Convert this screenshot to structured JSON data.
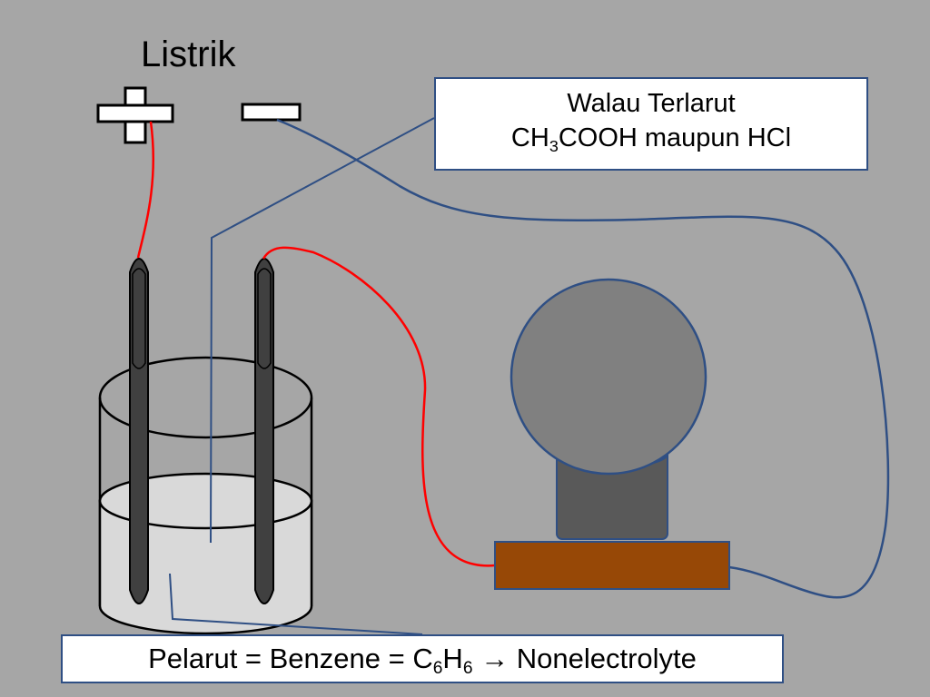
{
  "source": {
    "title": "Listrik",
    "positive_symbol": "+",
    "negative_symbol": "−"
  },
  "note": {
    "line1": "Walau Terlarut",
    "line2_part1": "CH",
    "line2_sub": "3",
    "line2_part2": "COOH maupun HCl"
  },
  "caption": {
    "part1": "Pelarut = Benzene = C",
    "sub1": "6",
    "part2": "H",
    "sub2": "6",
    "arrow": "→",
    "part3": "Nonelectrolyte"
  },
  "colors": {
    "background": "#a6a6a6",
    "wire_red": "#ff0000",
    "wire_blue": "#2f4f84",
    "electrode": "#404040",
    "liquid": "#d9d9d9",
    "bulb_globe": "#808080",
    "bulb_socket": "#595959",
    "bulb_base": "#974806"
  },
  "icons": {
    "plus": "plus-terminal-icon",
    "minus": "minus-terminal-icon",
    "bulb": "light-bulb-icon",
    "beaker": "beaker-icon"
  }
}
